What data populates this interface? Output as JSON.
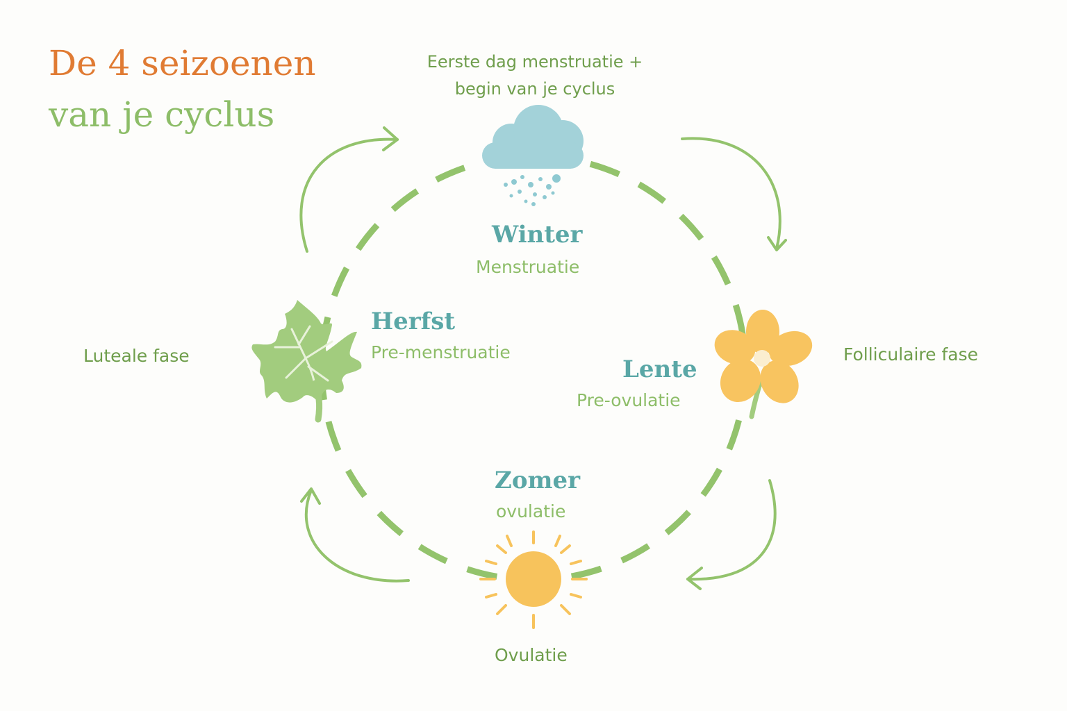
{
  "title": {
    "line1": "De 4 seizoenen",
    "line2": "van je cyclus"
  },
  "top_note": {
    "line1": "Eerste dag menstruatie +",
    "line2": "begin van je cyclus"
  },
  "seasons": {
    "winter": {
      "name": "Winter",
      "phase": "Menstruatie",
      "icon": "rain-cloud-icon"
    },
    "herfst": {
      "name": "Herfst",
      "phase": "Pre-menstruatie",
      "icon": "leaf-icon"
    },
    "lente": {
      "name": "Lente",
      "phase": "Pre-ovulatie",
      "icon": "flower-icon"
    },
    "zomer": {
      "name": "Zomer",
      "phase": "ovulatie",
      "icon": "sun-icon"
    }
  },
  "side_labels": {
    "left": "Luteale fase",
    "right": "Folliculaire fase",
    "bottom": "Ovulatie"
  },
  "colors": {
    "title_orange": "#e07b33",
    "green": "#8dbd68",
    "dark_green": "#6f9e4c",
    "teal": "#5aa7a6",
    "cloud": "#a3d2d9",
    "sun": "#f7c35c",
    "flower": "#f8c460"
  }
}
